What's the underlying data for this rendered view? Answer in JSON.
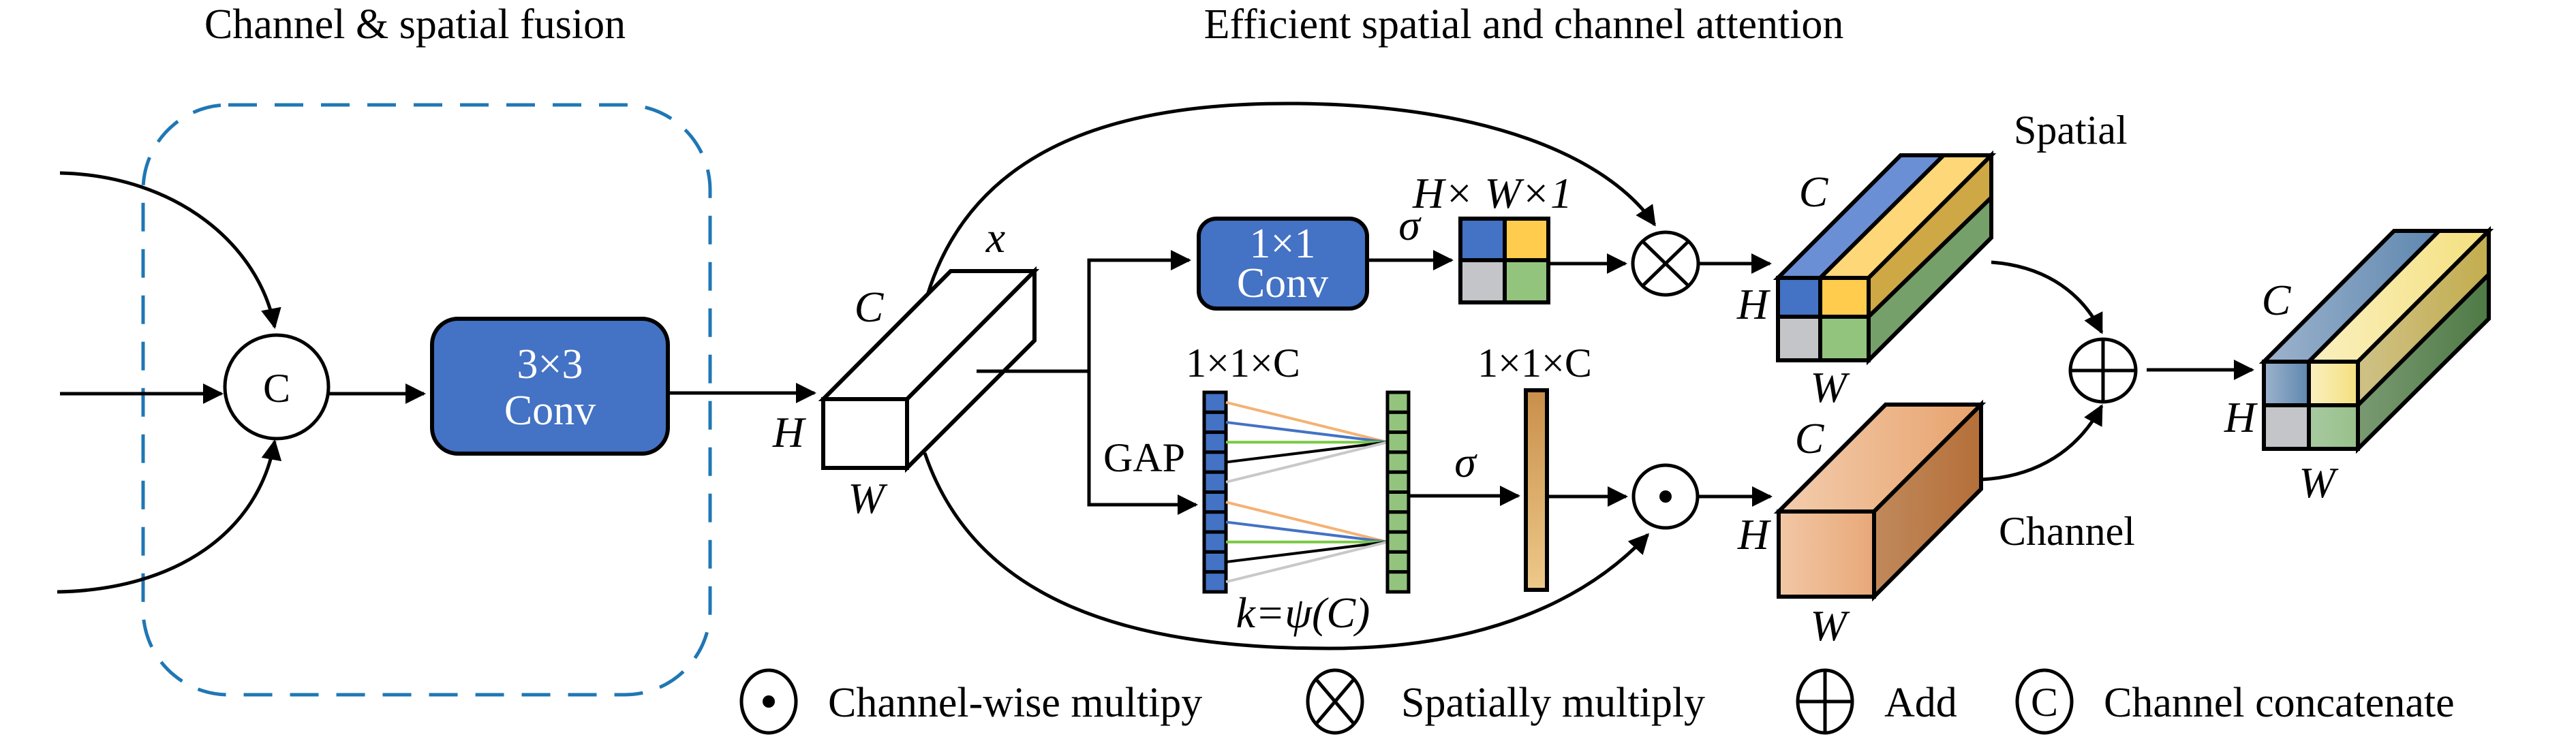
{
  "sections": {
    "fusion_title": "Channel & spatial fusion",
    "attention_title": "Efficient spatial and channel attention"
  },
  "fusion": {
    "concat_symbol": "C",
    "conv3": {
      "line1": "3×3",
      "line2": "Conv"
    }
  },
  "input_tensor": {
    "name": "x",
    "c": "C",
    "h": "H",
    "w": "W"
  },
  "spatial_branch": {
    "conv1": {
      "line1": "1×1",
      "line2": "Conv"
    },
    "sigma": "σ",
    "map_label": "H× W×1",
    "map_colors": [
      "#4472C4",
      "#FFCC4D",
      "#C4C5C8",
      "#93C47D"
    ]
  },
  "channel_branch": {
    "gap_label": "GAP",
    "vec_in_label": "1×1×C",
    "vec_out_label": "1×1×C",
    "kernel_label": "k=ψ(C)",
    "sigma": "σ",
    "cells": 10,
    "fan_colors": [
      "#F4B274",
      "#4472C4",
      "#7AC943",
      "#000000",
      "#C8C8C8"
    ]
  },
  "spatial_out": {
    "label": "Spatial",
    "c": "C",
    "h": "H",
    "w": "W"
  },
  "channel_out": {
    "label": "Channel",
    "c": "C",
    "h": "H",
    "w": "W"
  },
  "final_out": {
    "c": "C",
    "h": "H",
    "w": "W"
  },
  "legend": [
    {
      "symbol": "channel-wise-multiply",
      "label": "Channel-wise multipy"
    },
    {
      "symbol": "spatial-multiply",
      "label": "Spatially multiply"
    },
    {
      "symbol": "add",
      "label": "Add"
    },
    {
      "symbol": "concat",
      "label": "Channel concatenate",
      "glyph": "C"
    }
  ],
  "colors": {
    "conv_blue": "#4472C4",
    "dashed_box": "#1F77B4",
    "orange": "#E8A878",
    "green_cell": "#93C47D",
    "blue_cell": "#4472C4"
  }
}
